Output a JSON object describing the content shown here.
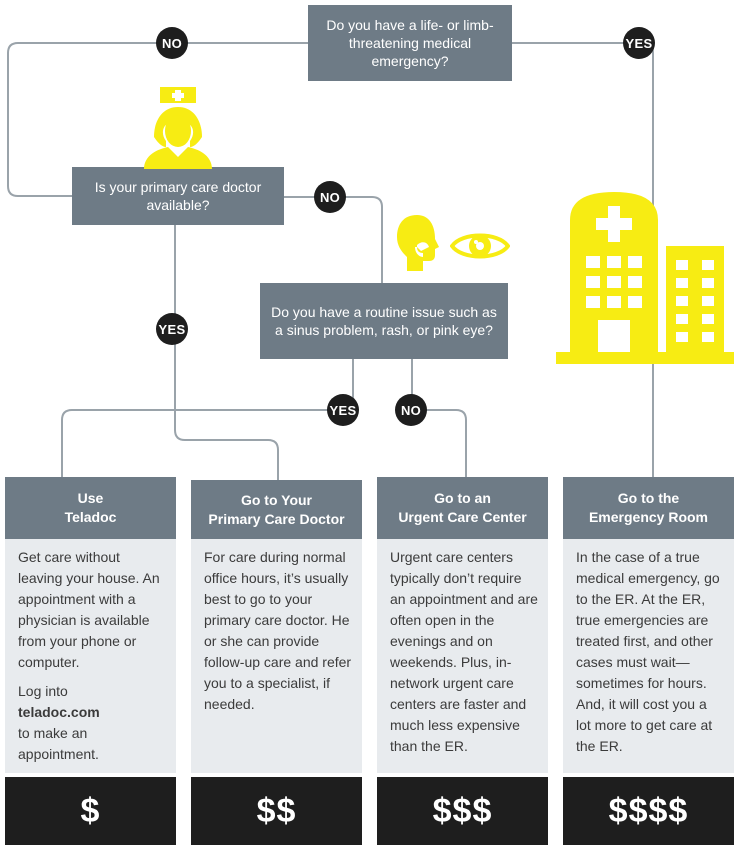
{
  "questions": {
    "emergency": "Do you have a life- or limb- threatening medical emergency?",
    "primary": "Is your primary care doctor available?",
    "routine": "Do you have a routine issue such as a sinus problem, rash, or pink eye?"
  },
  "badges": {
    "no_top": "NO",
    "yes_top": "YES",
    "no_primary": "NO",
    "yes_primary": "YES",
    "yes_routine": "YES",
    "no_routine": "NO"
  },
  "options": [
    {
      "title_line1": "Use",
      "title_line2": "Teladoc",
      "paragraphs": [
        "Get care without leaving your house. An appointment with a physician is available from your phone or computer."
      ],
      "link_prefix": "Log into",
      "link_text": "teladoc.com",
      "link_suffix": "to make an appointment.",
      "cost": "$"
    },
    {
      "title_line1": "Go to Your",
      "title_line2": "Primary Care Doctor",
      "paragraphs": [
        "For care during normal office hours, it’s usually best to go to your primary care doctor. He or she can provide follow-up care and refer you to a specialist, if needed."
      ],
      "cost": "$$"
    },
    {
      "title_line1": "Go to an",
      "title_line2": "Urgent Care Center",
      "paragraphs": [
        "Urgent care centers typically don’t require an appointment and are often open in the evenings and on weekends. Plus, in-network urgent care centers are faster and much less expensive than the ER."
      ],
      "cost": "$$$"
    },
    {
      "title_line1": "Go to the",
      "title_line2": "Emergency Room",
      "paragraphs": [
        "In the case of a true medical emergency, go to the ER. At the ER, true emergencies are treated first, and other cases must wait—sometimes for hours. And, it will cost you a lot more to get care at the ER."
      ],
      "cost": "$$$$"
    }
  ],
  "icons": [
    "nurse-icon",
    "head-profile-icon",
    "eye-icon",
    "hospital-icon"
  ],
  "colors": {
    "box": "#6e7b86",
    "badge": "#1e1e1e",
    "panel": "#e8ebee",
    "accent": "#f7ec13",
    "line": "#9aa3aa"
  }
}
